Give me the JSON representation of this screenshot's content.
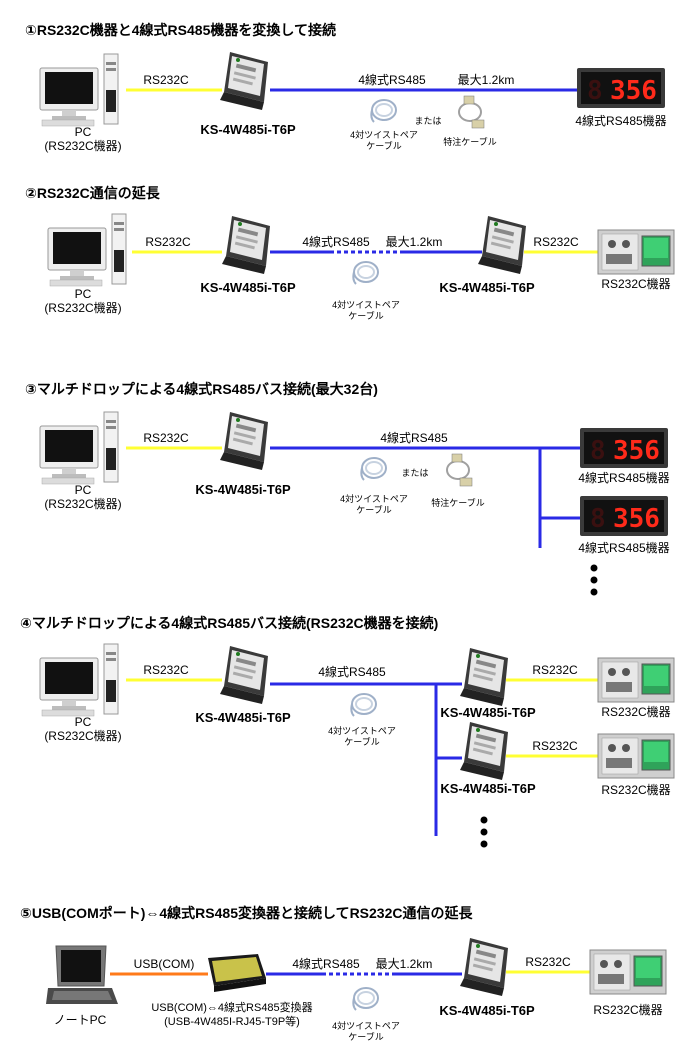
{
  "sections": [
    {
      "title": "①RS232C機器と4線式RS485機器を変換して接続",
      "pc_label": "PC",
      "pc_sublabel": "(RS232C機器)",
      "rs232c_label": "RS232C",
      "converter_label": "KS-4W485i-T6P",
      "rs485_label": "4線式RS485",
      "max_label": "最大1.2km",
      "cable_twisted_label_1": "4対ツイストペア",
      "cable_twisted_label_2": "ケーブル",
      "or_label": "または",
      "cable_special_label": "特注ケーブル",
      "display_digits": "356",
      "device_label": "4線式RS485機器"
    },
    {
      "title": "②RS232C通信の延長",
      "pc_label": "PC",
      "pc_sublabel": "(RS232C機器)",
      "rs232c_label": "RS232C",
      "converter_label": "KS-4W485i-T6P",
      "rs485_label": "4線式RS485",
      "max_label": "最大1.2km",
      "cable_twisted_label_1": "4対ツイストペア",
      "cable_twisted_label_2": "ケーブル",
      "converter2_label": "KS-4W485i-T6P",
      "rs232c_label_right": "RS232C",
      "device_label": "RS232C機器"
    },
    {
      "title": "③マルチドロップによる4線式RS485バス接続(最大32台)",
      "pc_label": "PC",
      "pc_sublabel": "(RS232C機器)",
      "rs232c_label": "RS232C",
      "converter_label": "KS-4W485i-T6P",
      "rs485_label": "4線式RS485",
      "cable_twisted_label_1": "4対ツイストペア",
      "cable_twisted_label_2": "ケーブル",
      "or_label": "または",
      "cable_special_label": "特注ケーブル",
      "display_digits": "356",
      "device_label_1": "4線式RS485機器",
      "device_label_2": "4線式RS485機器"
    },
    {
      "title": "④マルチドロップによる4線式RS485バス接続(RS232C機器を接続)",
      "pc_label": "PC",
      "pc_sublabel": "(RS232C機器)",
      "rs232c_label": "RS232C",
      "converter_label": "KS-4W485i-T6P",
      "rs485_label": "4線式RS485",
      "cable_twisted_label_1": "4対ツイストペア",
      "cable_twisted_label_2": "ケーブル",
      "converter2_label": "KS-4W485i-T6P",
      "converter3_label": "KS-4W485i-T6P",
      "rs232c_label_r1": "RS232C",
      "rs232c_label_r2": "RS232C",
      "device_label_1": "RS232C機器",
      "device_label_2": "RS232C機器"
    },
    {
      "title": "⑤USB(COMポート)⇔4線式RS485変換器と接続してRS232C通信の延長",
      "notebook_label": "ノートPC",
      "usb_label": "USB(COM)",
      "usb_conv_label_1": "USB(COM)⇔4線式RS485変換器",
      "usb_conv_label_2": "(USB-4W485I-RJ45-T9P等)",
      "rs485_label": "4線式RS485",
      "max_label": "最大1.2km",
      "cable_twisted_label_1": "4対ツイストペア",
      "cable_twisted_label_2": "ケーブル",
      "converter_label": "KS-4W485i-T6P",
      "rs232c_label_right": "RS232C",
      "device_label": "RS232C機器"
    }
  ],
  "colors": {
    "rs232c_line": "#ffff33",
    "rs485_line": "#2a2ae6",
    "usb_line": "#ff7a1a",
    "display_bg": "#1a1a1a",
    "display_digit": "#ff2a1a"
  }
}
